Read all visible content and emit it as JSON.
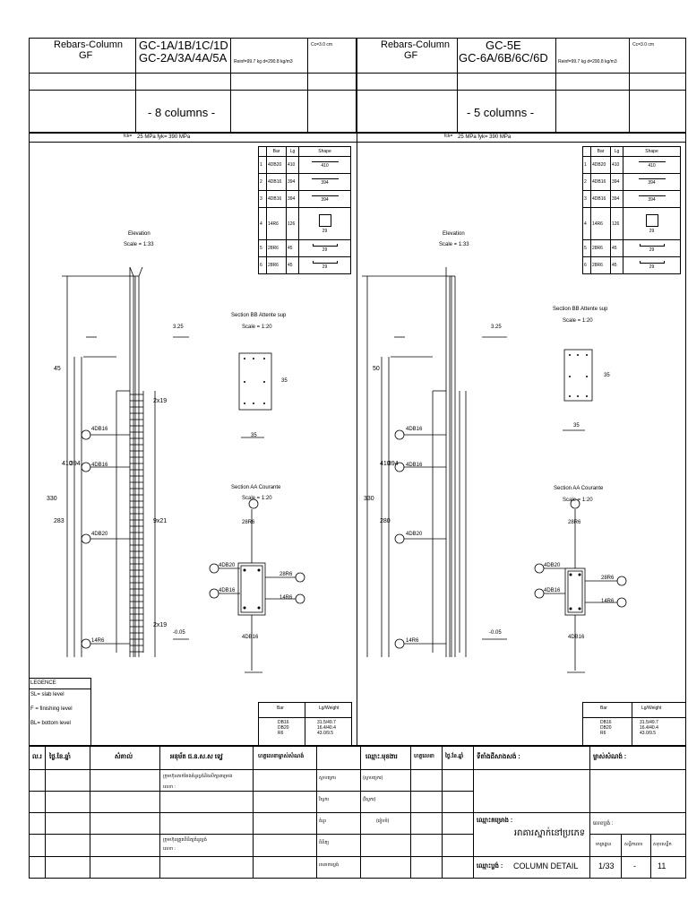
{
  "left": {
    "header_title": "Rebars-Column",
    "header_sub": "GF",
    "ids_line1": "GC-1A/1B/1C/1D",
    "ids_line2": "GC-2A/3A/4A/5A",
    "reinf": "Reinf=99.7 kg d=290.8 kg/m3",
    "cover": "Cc=3.0 cm",
    "columns_count": "- 8 columns -",
    "fck_label": "fck=",
    "fck_value": "25 MPa fyk= 390 MPa",
    "elevation_title": "Elevation",
    "elevation_scale": "Scale = 1:33",
    "section_bb_title": "Section BB Attente sup",
    "section_bb_scale": "Scale = 1:20",
    "section_aa_title": "Section AA Courante",
    "section_aa_scale": "Scale = 1:20",
    "dims": {
      "d45": "45",
      "d410": "410",
      "d394": "394",
      "d330": "330",
      "d283": "283",
      "d325": "3.25",
      "dneg": "-0.05",
      "d35a": "35",
      "d35b": "35",
      "sp1": "2x19",
      "sp2": "9x21",
      "sp3": "2x19"
    },
    "callouts": {
      "c3": "4DB16",
      "c2": "4DB16",
      "c1": "4DB20",
      "c4": "14R6"
    },
    "aa_labels": {
      "a1": "4DB20",
      "a2": "4DB16",
      "a3": "28R6",
      "a4": "14R6",
      "a5": "28R6",
      "a6": "4DB16"
    },
    "bar_table": {
      "headers": [
        "",
        "Bar",
        "Lg",
        "Shape"
      ],
      "rows": [
        {
          "n": "1",
          "bar": "4DB20",
          "lg": "410",
          "shape": "410"
        },
        {
          "n": "2",
          "bar": "4DB16",
          "lg": "394",
          "shape": "394"
        },
        {
          "n": "3",
          "bar": "4DB16",
          "lg": "394",
          "shape": "394"
        },
        {
          "n": "4",
          "bar": "14R6",
          "lg": "126",
          "shape": "29"
        },
        {
          "n": "5",
          "bar": "28R6",
          "lg": "45",
          "shape": "29"
        },
        {
          "n": "6",
          "bar": "28R6",
          "lg": "45",
          "shape": "29"
        }
      ]
    },
    "weight_table": {
      "h1": "Bar",
      "h2": "Lg/Weight",
      "bars": "DB16\nDB20\nR6",
      "weights": "31.5/49.7\n16.4/40.4\n43.0/9.5"
    }
  },
  "right": {
    "header_title": "Rebars-Column",
    "header_sub": "GF",
    "ids_line1": "GC-5E",
    "ids_line2": "GC-6A/6B/6C/6D",
    "reinf": "Reinf=99.7 kg d=290.8 kg/m3",
    "cover": "Cc=3.0 cm",
    "columns_count": "- 5 columns -",
    "fck_label": "fck=",
    "fck_value": "25 MPa fyk= 390 MPa",
    "elevation_title": "Elevation",
    "elevation_scale": "Scale = 1:33",
    "section_bb_title": "Section BB Attente sup",
    "section_bb_scale": "Scale = 1:20",
    "section_aa_title": "Section AA Courante",
    "section_aa_scale": "Scale = 1:20",
    "dims": {
      "d50": "50",
      "d410": "410",
      "d394": "394",
      "d330": "330",
      "d280": "280",
      "d325": "3.25",
      "dneg": "-0.05",
      "d35a": "35",
      "d35b": "35"
    },
    "callouts": {
      "c3": "4DB16",
      "c2": "4DB16",
      "c1": "4DB20",
      "c4": "14R6"
    },
    "aa_labels": {
      "a1": "4DB20",
      "a2": "4DB16",
      "a3": "28R6",
      "a4": "14R6",
      "a5": "28R6",
      "a6": "4DB16"
    },
    "bar_table": {
      "headers": [
        "",
        "Bar",
        "Lg",
        "Shape"
      ],
      "rows": [
        {
          "n": "1",
          "bar": "4DB20",
          "lg": "410",
          "shape": "410"
        },
        {
          "n": "2",
          "bar": "4DB16",
          "lg": "394",
          "shape": "394"
        },
        {
          "n": "3",
          "bar": "4DB16",
          "lg": "394",
          "shape": "394"
        },
        {
          "n": "4",
          "bar": "14R6",
          "lg": "126",
          "shape": "29"
        },
        {
          "n": "5",
          "bar": "28R6",
          "lg": "45",
          "shape": "29"
        },
        {
          "n": "6",
          "bar": "28R6",
          "lg": "45",
          "shape": "29"
        }
      ]
    },
    "weight_table": {
      "h1": "Bar",
      "h2": "Lg/Weight",
      "bars": "DB16\nDB20\nR6",
      "weights": "31.5/49.7\n16.4/40.4\n43.0/9.5"
    }
  },
  "legend": {
    "title": "LEGENCE",
    "sl": "SL= slab level",
    "f": "F = finishing level",
    "bl": "BL= bottom level"
  },
  "title_block": {
    "h_no": "ល.រ",
    "h_date": "ថ្ងៃ.ខែ.ឆ្នាំ",
    "h_desc": "សំគាល់",
    "h_approved": "អនុម័ត ជ.ន.ស.ស ទេវ្ឋ",
    "h_owner_sig": "ហត្ថលេខាម្ចាស់សំណង់",
    "h_name": "ឈ្មោះ.មុខងារ",
    "h_sign": "ហត្ថលេខា",
    "h_date2": "ថ្ងៃ.ខែ.ឆ្នាំ",
    "h_location": "ទីតាំងដីសាងសង់ :",
    "h_owner": "ម្ចាស់សំណង់ :",
    "approve_note": "ក្រុមហ៊ុនតាក់តែងគំនូរប្លង់និងសិក្សាគម្រោង",
    "approve_sub": "លេខា :",
    "check_note": "ក្រុមហ៊ុនត្រួតពិនិត្យគំនូរប្លង់",
    "check_sub": "លេខា :",
    "role_architect": "ស្ថាបត្យករ",
    "role_engineer": "វិស្វករ",
    "role_drafter": "គំនូរ",
    "role_controller": "ពិនិត្យ",
    "role_designer": "រចនាការប្លង់",
    "value_architect": "(ស្ថាបត្យករ)",
    "value_engineer": "(វិស្វករ)",
    "value_drafter": "(រៀបចំ)",
    "project_label": "ឈ្មោះគម្រោង :",
    "project_value": "អាគារស្នាក់នៅប្រភេទ",
    "drawing_label": "ឈ្មោះប្លង់ :",
    "drawing_value": "COLUMN DETAIL",
    "scale_label": "មាត្រដ្ឋាន",
    "sheet_label": "សន្លឹកលេខ",
    "total_label": "សរុបសន្លឹក",
    "page_label": "លេខប្លង់ :",
    "scale_value": "1/33",
    "sheet_value": "-",
    "total_value": "11"
  }
}
